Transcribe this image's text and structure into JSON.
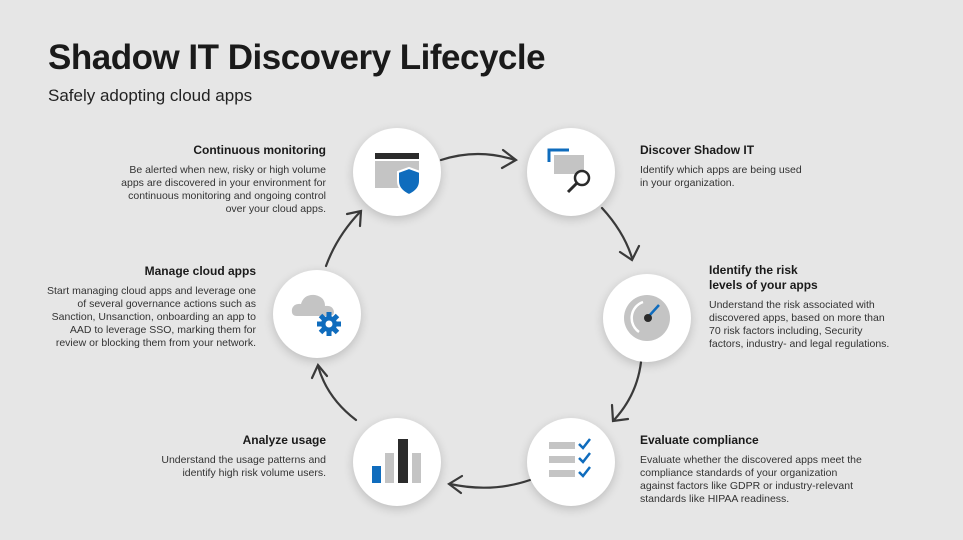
{
  "header": {
    "title": "Shadow IT Discovery Lifecycle",
    "subtitle": "Safely adopting cloud apps"
  },
  "steps": [
    {
      "title": "Discover Shadow IT",
      "body": "Identify which apps are being used in your organization.",
      "icon": "monitor-search-icon"
    },
    {
      "title": "Identify the risk levels of your apps",
      "body": "Understand the risk associated with discovered apps, based on more than 70 risk factors including, Security factors, industry- and legal regulations.",
      "icon": "gauge-icon"
    },
    {
      "title": "Evaluate compliance",
      "body": "Evaluate whether the discovered apps meet the compliance standards of your organization against factors like GDPR or industry-relevant standards like HIPAA readiness.",
      "icon": "checklist-icon"
    },
    {
      "title": "Analyze usage",
      "body": "Understand the usage patterns and identify high risk volume users.",
      "icon": "bar-chart-icon"
    },
    {
      "title": "Manage cloud apps",
      "body": "Start managing cloud apps and leverage one of several governance actions such as Sanction, Unsanction, onboarding an app to AAD to leverage SSO, marking them for review or blocking them from your network.",
      "icon": "cloud-gear-icon"
    },
    {
      "title": "Continuous monitoring",
      "body": "Be alerted when new, risky or high volume apps are discovered in your environment for continuous monitoring and ongoing control over your cloud apps.",
      "icon": "window-shield-icon"
    }
  ],
  "colors": {
    "accent": "#0f6cbd",
    "background": "#e6e6e6",
    "gray": "#c4c4c4",
    "dark": "#2b2b2b"
  }
}
